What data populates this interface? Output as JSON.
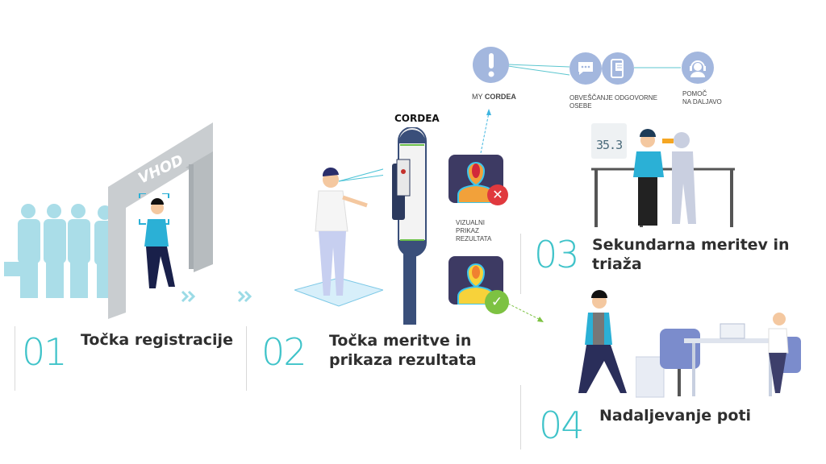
{
  "steps": [
    {
      "number": "01",
      "title": "Točka registracije"
    },
    {
      "number": "02",
      "title_line1": "Točka meritve in",
      "title_line2": "prikaza rezultata"
    },
    {
      "number": "03",
      "title_line1": "Sekundarna meritev in",
      "title_line2": "triaža"
    },
    {
      "number": "04",
      "title": "Nadaljevanje poti"
    }
  ],
  "gate_sign": "VHOD",
  "device_label": "CORDEA",
  "visual_result_label": [
    "VIZUALNI",
    "PRIKAZ",
    "REZULTATA"
  ],
  "my_cordea": {
    "prefix": "MY",
    "brand": "CORDEA"
  },
  "notify_label": [
    "OBVEŠČANJE ODGOVORNE",
    "OSEBE"
  ],
  "remote_help_label": [
    "POMOČ",
    "NA DALJAVO"
  ],
  "thermometer_reading": "35.3",
  "icons": [
    "exclamation-icon",
    "chat-bubble-icon",
    "mobile-document-icon",
    "headset-icon",
    "cross-icon",
    "check-icon"
  ],
  "colors": {
    "accent": "#3fc3c9",
    "icon_circle": "#a3b7de",
    "fail": "#e0393e",
    "pass": "#7dc242",
    "card": "#3d3a63"
  }
}
